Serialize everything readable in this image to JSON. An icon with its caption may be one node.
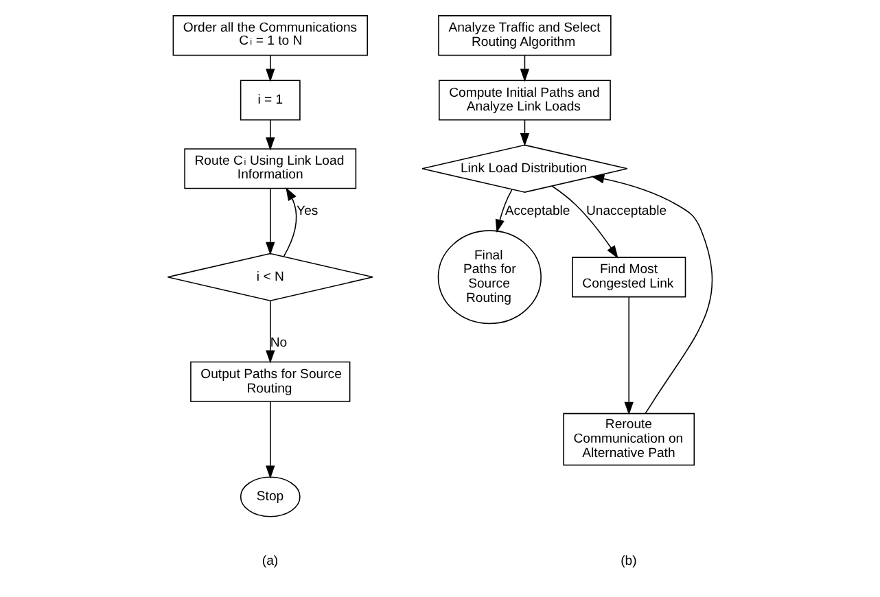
{
  "diagram": {
    "nodes": [
      {
        "text": [
          "Order all the Communications C$_{i}$ = 1 to N"
        ]
      },
      {
        "text": [
          "i = 1"
        ]
      },
      {
        "text": [
          "Route C$_{i}$ Using Link Load Information"
        ]
      },
      {
        "text": [
          "i < N"
        ]
      },
      {
        "text": [
          "Output Paths for Source Routing"
        ]
      },
      {
        "text": [
          "Stop"
        ]
      },
      {
        "text": [
          "Analyze Traffic and Select Routing Algorithm"
        ]
      },
      {
        "text": [
          "Compute Initial Paths and Analyze Link Loads"
        ]
      },
      {
        "text": [
          "Link Load Distribution"
        ]
      },
      {
        "text": [
          "Final Paths for Source Routing"
        ]
      },
      {
        "text": [
          "Find Most Congested Link"
        ]
      },
      {
        "text": [
          "Reroute Communication on Alternative Path"
        ]
      }
    ],
    "edges": [
      {
        "from": 0,
        "to": 1,
        "arrow": "to"
      },
      {
        "from": 1,
        "to": 2,
        "arrow": "to"
      },
      {
        "from": 2,
        "to": 3,
        "arrow": "to"
      },
      {
        "from": 3,
        "to": 2,
        "arrow": "to",
        "label": "Yes"
      },
      {
        "from": 3,
        "to": 4,
        "arrow": "to",
        "label": "No"
      },
      {
        "from": 4,
        "to": 5,
        "arrow": "to"
      },
      {
        "from": 6,
        "to": 7,
        "arrow": "to"
      },
      {
        "from": 7,
        "to": 8,
        "arrow": "to"
      },
      {
        "from": 8,
        "to": 9,
        "arrow": "to",
        "label": "Acceptable"
      },
      {
        "from": 8,
        "to": 10,
        "arrow": "to",
        "label": "Unacceptable"
      },
      {
        "from": 10,
        "to": 11,
        "arrow": "to"
      },
      {
        "from": 11,
        "to": 8,
        "arrow": "to"
      }
    ],
    "labels": [
      "(a)",
      "(b)"
    ]
  }
}
